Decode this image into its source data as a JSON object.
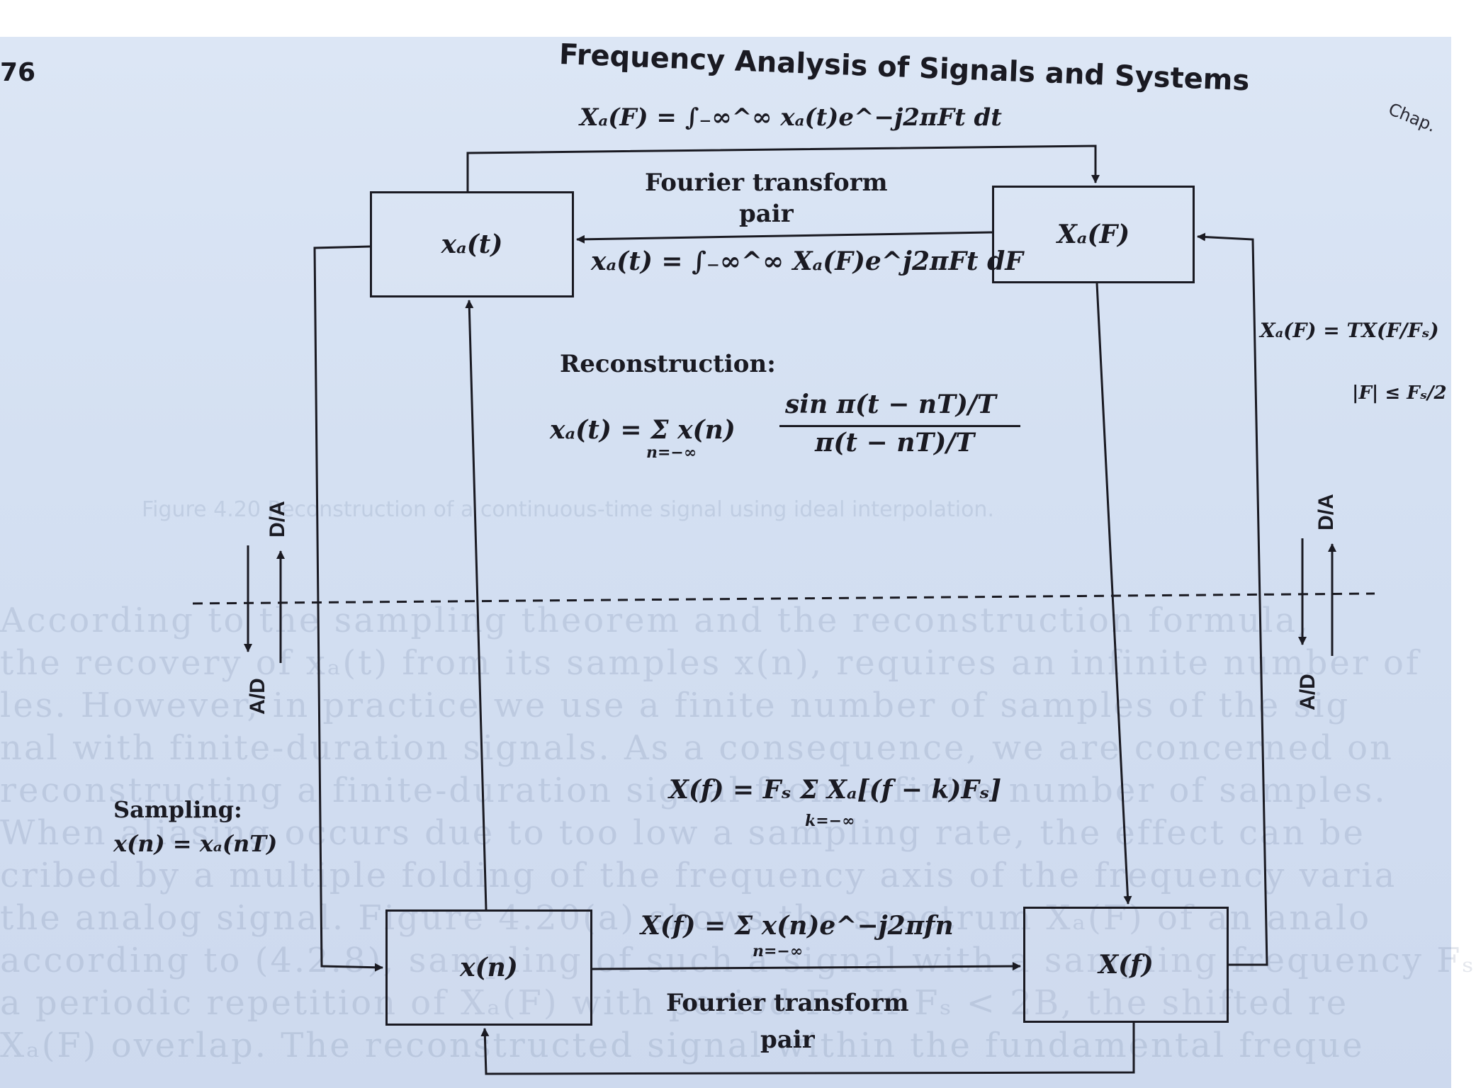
{
  "page_number": "76",
  "running_head": "Frequency Analysis of Signals and Systems",
  "chapter_tab": "Chap.",
  "boxes": {
    "analog_time": "xₐ(t)",
    "analog_freq": "Xₐ(F)",
    "discrete_time": "x(n)",
    "discrete_freq": "X(f)"
  },
  "equations": {
    "forward_ft": "Xₐ(F) = ∫₋∞^∞ xₐ(t)e^−j2πFt dt",
    "ft_pair_top_line1": "Fourier transform",
    "ft_pair_top_line2": "pair",
    "inverse_ft": "xₐ(t) = ∫₋∞^∞ Xₐ(F)e^j2πFt dF",
    "reconstruction_label": "Reconstruction:",
    "reconstruction_lhs": "xₐ(t) = Σ x(n)",
    "reconstruction_sum_limits": "n=−∞",
    "reconstruction_numerator": "sin π(t − nT)/T",
    "reconstruction_denominator": "π(t − nT)/T",
    "aliasing": "X(f) = Fₛ Σ Xₐ[(f − k)Fₛ]",
    "aliasing_limits": "k=−∞",
    "dtft": "X(f) = Σ x(n)e^−j2πfn",
    "dtft_limits": "n=−∞",
    "ft_pair_bottom_line1": "Fourier transform",
    "ft_pair_bottom_line2": "pair",
    "sampling_label": "Sampling:",
    "sampling_eq": "x(n) = xₐ(nT)",
    "side_relation": "Xₐ(F) = TX(F/Fₛ)",
    "side_condition": "|F| ≤ Fₛ/2"
  },
  "converters": {
    "da_left": "D/A",
    "ad_left": "A/D",
    "da_right": "D/A",
    "ad_right": "A/D"
  },
  "bleed_text": [
    "According to the sampling theorem and the reconstruction formula,",
    "the recovery of xₐ(t) from its samples x(n), requires an infinite number of",
    "les. However, in practice we use a finite number of samples of the sig",
    "nal with finite-duration signals. As a consequence, we are concerned on",
    "reconstructing a finite-duration signal from a finite number of samples.",
    "When aliasing occurs due to too low a sampling rate, the effect can be",
    "cribed by a multiple folding of the frequency axis of the frequency varia",
    "the analog signal. Figure 4.20(a) shows the spectrum Xₐ(F) of an analo",
    "according to (4.2.8), sampling of such a signal with a sampling frequency Fₛ",
    "a periodic repetition of Xₐ(F) with period Fₛ. If Fₛ < 2B, the shifted re",
    "Xₐ(F) overlap. The reconstructed signal within the fundamental freque"
  ],
  "bleed_caption": "Figure 4.20   Reconstruction of a continuous-time signal using ideal interpolation."
}
